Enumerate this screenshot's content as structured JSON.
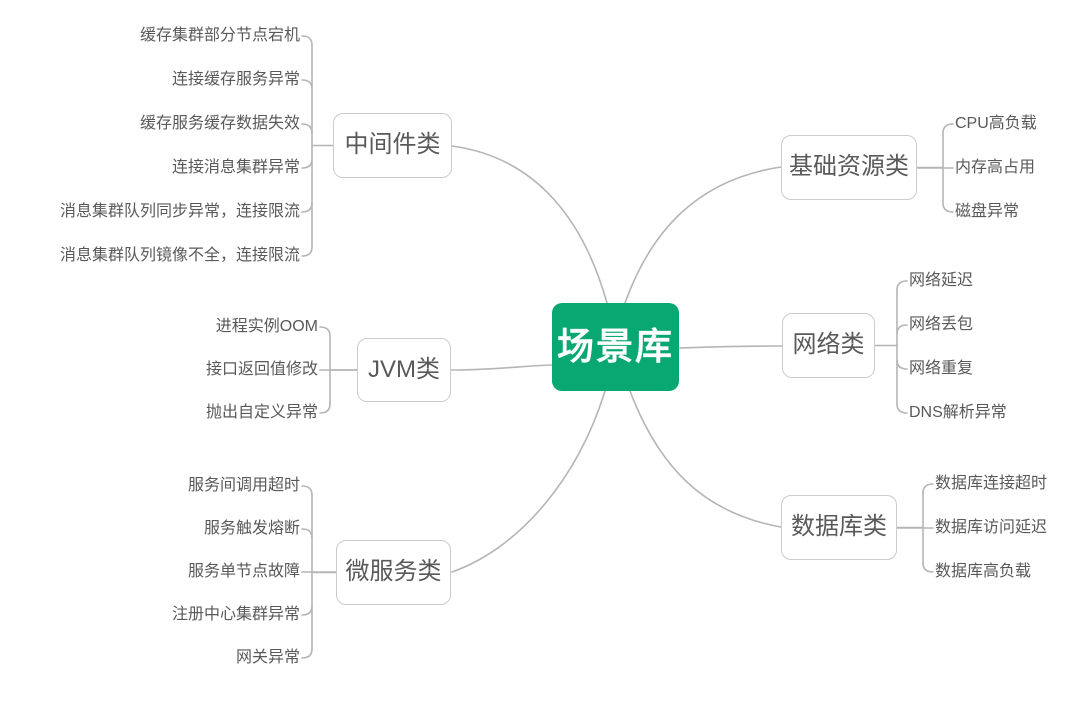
{
  "mindmap": {
    "root": {
      "label": "场景库"
    },
    "colors": {
      "root_bg": "#09a772",
      "root_text": "#ffffff",
      "node_text": "#595959",
      "node_border": "#cbcbcb",
      "line": "#b5b5b5",
      "canvas_bg": "#ffffff"
    },
    "branches": [
      {
        "label": "中间件类",
        "side": "left",
        "children": [
          "缓存集群部分节点宕机",
          "连接缓存服务异常",
          "缓存服务缓存数据失效",
          "连接消息集群异常",
          "消息集群队列同步异常，连接限流",
          "消息集群队列镜像不全，连接限流"
        ]
      },
      {
        "label": "JVM类",
        "side": "left",
        "children": [
          "进程实例OOM",
          "接口返回值修改",
          "抛出自定义异常"
        ]
      },
      {
        "label": "微服务类",
        "side": "left",
        "children": [
          "服务间调用超时",
          "服务触发熔断",
          "服务单节点故障",
          "注册中心集群异常",
          "网关异常"
        ]
      },
      {
        "label": "基础资源类",
        "side": "right",
        "children": [
          "CPU高负载",
          "内存高占用",
          "磁盘异常"
        ]
      },
      {
        "label": "网络类",
        "side": "right",
        "children": [
          "网络延迟",
          "网络丢包",
          "网络重复",
          "DNS解析异常"
        ]
      },
      {
        "label": "数据库类",
        "side": "right",
        "children": [
          "数据库连接超时",
          "数据库访问延迟",
          "数据库高负载"
        ]
      }
    ]
  }
}
